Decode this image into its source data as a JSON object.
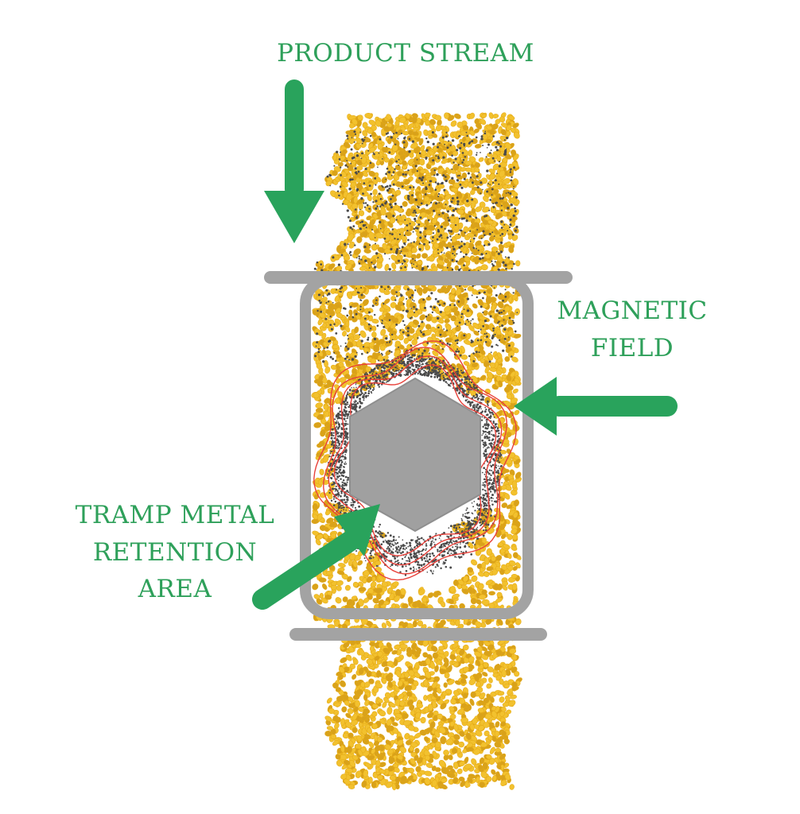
{
  "labels": {
    "product_stream": "PRODUCT STREAM",
    "magnetic_field": [
      "MAGNETIC",
      "FIELD"
    ],
    "tramp_metal": [
      "TRAMP METAL",
      "RETENTION",
      "AREA"
    ]
  },
  "colors": {
    "label_green": "#2ea05a",
    "arrow_green": "#29a35c",
    "housing_gray": "#a3a3a3",
    "magnet_gray": "#a0a0a0",
    "grain_yellow": "#f2c12e",
    "grain_dark": "#d9a21a",
    "field_line_red": "#e8413a",
    "metal_particles": "#4a4a4a"
  }
}
